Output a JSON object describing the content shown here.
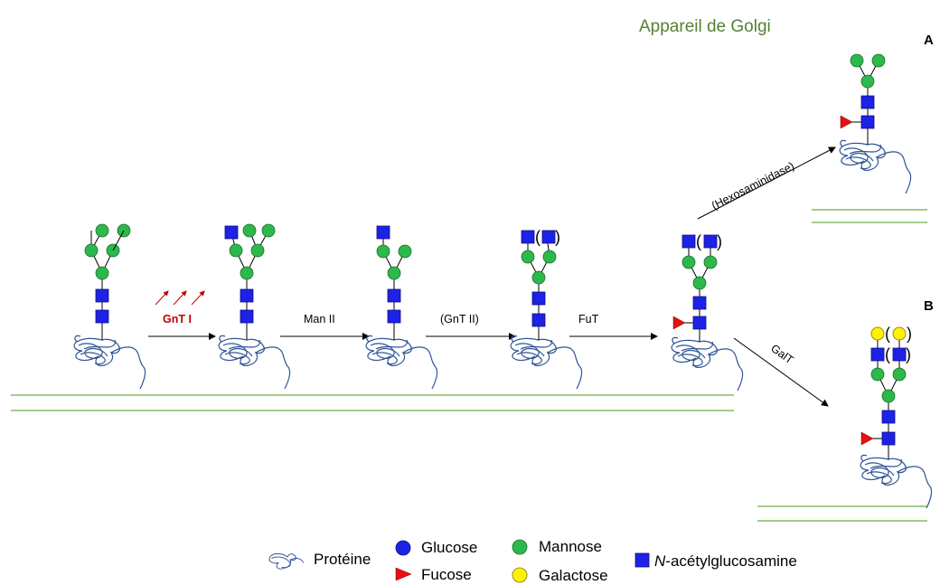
{
  "title": "Appareil de Golgi",
  "panel_labels": {
    "a": "A",
    "b": "B"
  },
  "enzymes": {
    "gnt1": "GnT I",
    "man2": "Man II",
    "gnt2": "(GnT II)",
    "fut": "FuT",
    "hexosaminidase": "(Hexosaminidase)",
    "galt": "GalT"
  },
  "legend": {
    "protein": "Protéine",
    "glucose": "Glucose",
    "mannose": "Mannose",
    "fucose": "Fucose",
    "galactose": "Galactose",
    "glcnac_italic": "N",
    "glcnac_rest": "-acétylglucosamine"
  },
  "colors": {
    "mannose": "#2db84b",
    "glcnac": "#1d22e6",
    "glucose": "#1d22e6",
    "fucose": "#e81010",
    "galactose": "#fff200",
    "membrane": "#70ad47",
    "protein": "#2f5597",
    "title": "#538135",
    "gnt1": "#c00000"
  },
  "symbol_icons": {
    "mannose": "green-circle",
    "glcnac": "blue-square",
    "glucose": "blue-circle",
    "fucose": "red-triangle",
    "galactose": "yellow-circle",
    "protein": "scribble-protein"
  }
}
